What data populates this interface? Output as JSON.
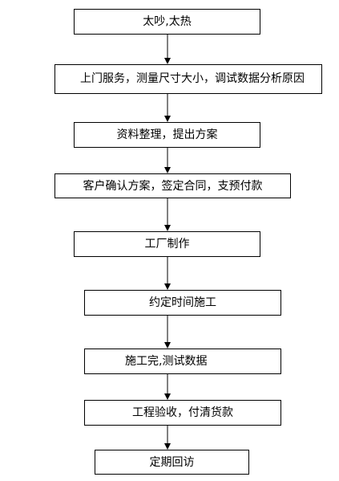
{
  "steps": [
    "太吵,太热",
    "上门服务，测量尺寸大小，调试数据分析原因",
    "资料整理，提出方案",
    "客户确认方案，签定合同，支预付款",
    "工厂制作",
    "约定时间施工",
    "施工完,测试数据",
    "工程验收，付清货款",
    "定期回访"
  ]
}
